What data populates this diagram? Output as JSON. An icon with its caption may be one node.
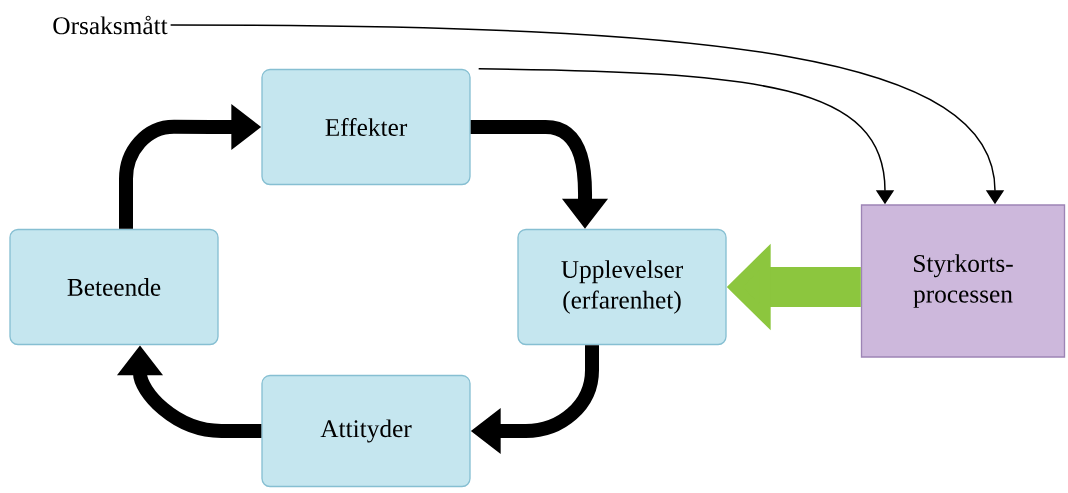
{
  "diagram": {
    "nodes": [
      {
        "text": [
          "Orsaksmått"
        ]
      },
      {
        "text": [
          "Effekter"
        ]
      },
      {
        "text": [
          "Upplevelser (erfarenhet)"
        ]
      },
      {
        "text": [
          "Attityder"
        ]
      },
      {
        "text": [
          "Beteende"
        ]
      },
      {
        "text": [
          "Styrkorts- processen"
        ]
      }
    ],
    "edges": [
      {
        "from": 0,
        "to": 5,
        "arrow": "to"
      },
      {
        "from": 1,
        "to": 5,
        "arrow": "to"
      },
      {
        "from": 1,
        "to": 2,
        "arrow": "to"
      },
      {
        "from": 2,
        "to": 3,
        "arrow": "to"
      },
      {
        "from": 3,
        "to": 4,
        "arrow": "to"
      },
      {
        "from": 4,
        "to": 1,
        "arrow": "to"
      },
      {
        "from": 5,
        "to": 2,
        "arrow": "to",
        "style": "thick",
        "color": "#8cc63e"
      }
    ]
  }
}
